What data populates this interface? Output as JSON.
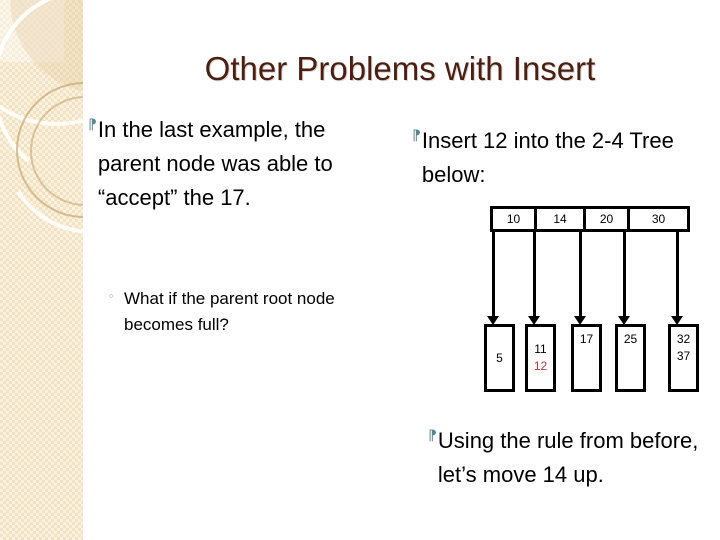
{
  "slide": {
    "title": "Other Problems with Insert",
    "title_color": "#4a1f12",
    "background_color": "#ffffff",
    "accent_band_color": "#f2e2c0",
    "bullet_glyph": "⁋",
    "sub_bullet_glyph": "◦",
    "bullet_color": "#5a8694"
  },
  "left_column": {
    "bullet": "In the last example, the parent node was able to “accept” the 17.",
    "sub_bullet": "What if the parent root node becomes full?"
  },
  "right_column": {
    "bullet": "Insert 12 into the 2-4 Tree below:",
    "closing_bullet": "Using the rule from before, let’s move 14 up."
  },
  "tree": {
    "type": "2-4 tree",
    "root": {
      "keys": [
        "10",
        "14",
        "20",
        "30"
      ]
    },
    "leaves": [
      {
        "values": [
          "5"
        ],
        "new_value": null
      },
      {
        "values": [
          "11"
        ],
        "new_value": "12"
      },
      {
        "values": [
          "17"
        ],
        "new_value": null
      },
      {
        "values": [
          "25"
        ],
        "new_value": null
      },
      {
        "values": [
          "32",
          "37"
        ],
        "new_value": null
      }
    ],
    "new_value_color": "#b33a3a",
    "edge_count": 5
  }
}
